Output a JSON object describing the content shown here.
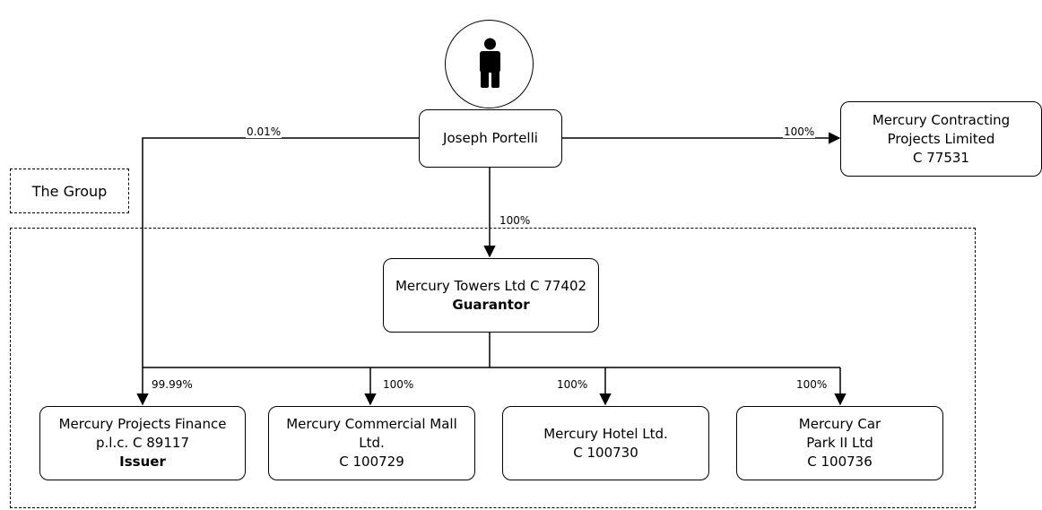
{
  "group_label": "The Group",
  "owner": {
    "name": "Joseph Portelli"
  },
  "entities": {
    "contracting": {
      "line1": "Mercury Contracting",
      "line2": "Projects Limited",
      "line3": "C 77531"
    },
    "towers": {
      "line1": "Mercury Towers Ltd C 77402",
      "role": "Guarantor"
    },
    "finance": {
      "line1": "Mercury Projects Finance",
      "line2": "p.l.c. C 89117",
      "role": "Issuer"
    },
    "mall": {
      "line1": "Mercury Commercial Mall",
      "line2": "Ltd.",
      "line3": "C 100729"
    },
    "hotel": {
      "line1": "Mercury Hotel Ltd.",
      "line2": "C 100730"
    },
    "carpark": {
      "line1": "Mercury Car",
      "line2": "Park II Ltd",
      "line3": "C 100736"
    }
  },
  "ownership": {
    "owner_to_finance": "0.01%",
    "owner_to_contracting": "100%",
    "owner_to_towers": "100%",
    "towers_to_finance": "99.99%",
    "towers_to_mall": "100%",
    "towers_to_hotel": "100%",
    "towers_to_carpark": "100%"
  },
  "icons": {
    "owner": "person-icon"
  }
}
